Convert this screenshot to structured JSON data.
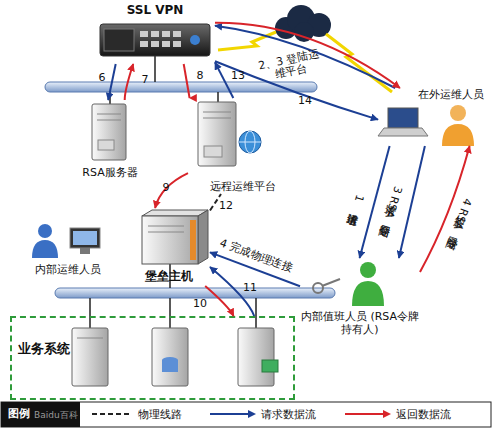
{
  "diagram": {
    "nodes": [
      {
        "text": [
          "SSL VPN"
        ]
      },
      {
        "text": [
          "在外运维人员"
        ]
      },
      {
        "text": [
          "RSA服务器"
        ]
      },
      {
        "text": [
          "远程运维平台"
        ]
      },
      {
        "text": [
          "内部运维人员"
        ]
      },
      {
        "text": [
          "堡垒主机"
        ]
      },
      {
        "text": [
          "内部值班人员 (RSA令牌持有人)"
        ]
      },
      {
        "text": [
          "业务系统"
        ]
      }
    ],
    "edges": [
      {
        "from": 1,
        "to": 0,
        "arrow": "to",
        "label": "2、3 登陆运维平台"
      },
      {
        "from": 0,
        "to": 1,
        "arrow": "to",
        "label": "14"
      },
      {
        "from": 0,
        "to": 2,
        "arrow": "to",
        "label": "6"
      },
      {
        "from": 2,
        "to": 0,
        "arrow": "to",
        "label": "7"
      },
      {
        "from": 0,
        "to": 3,
        "arrow": "to",
        "label": "8"
      },
      {
        "from": 3,
        "to": 0,
        "arrow": "to",
        "label": "13"
      },
      {
        "from": 3,
        "to": 5,
        "arrow": "to",
        "label": "9"
      },
      {
        "from": 5,
        "to": 3,
        "arrow": "none",
        "label": "12"
      },
      {
        "from": 5,
        "to": 7,
        "arrow": "to",
        "label": "10"
      },
      {
        "from": 7,
        "to": 5,
        "arrow": "to",
        "label": "11"
      },
      {
        "from": 1,
        "to": 6,
        "arrow": "to",
        "label": "1 请求运维"
      },
      {
        "from": 1,
        "to": 6,
        "arrow": "to",
        "label": "3 请求RSA登陆口令"
      },
      {
        "from": 6,
        "to": 1,
        "arrow": "to",
        "label": "4 应答RSA登陆口令"
      },
      {
        "from": 6,
        "to": 5,
        "arrow": "to",
        "label": "4 完成物理连接"
      },
      {
        "from": 0,
        "to": 1,
        "arrow": "to"
      }
    ],
    "labels": [
      "图例",
      "Baidu百科"
    ],
    "legend": [
      {
        "text": "物理线路"
      },
      {
        "text": "请求数据流"
      },
      {
        "text": "返回数据流"
      }
    ]
  }
}
